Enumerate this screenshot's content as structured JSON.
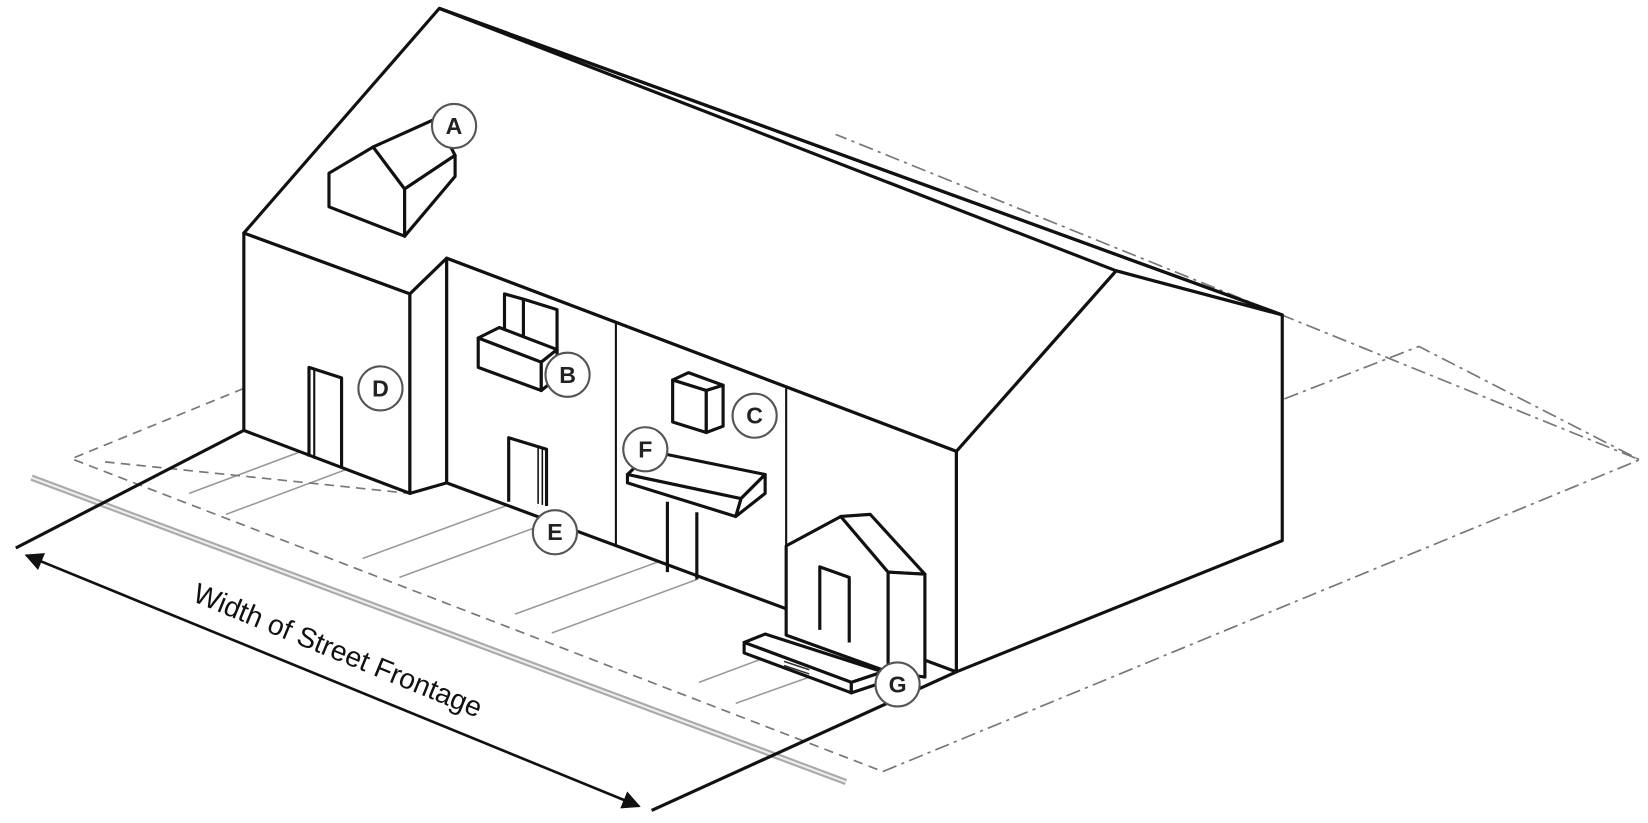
{
  "diagram": {
    "callouts": [
      {
        "id": "a",
        "letter": "A"
      },
      {
        "id": "b",
        "letter": "B"
      },
      {
        "id": "c",
        "letter": "C"
      },
      {
        "id": "d",
        "letter": "D"
      },
      {
        "id": "e",
        "letter": "E"
      },
      {
        "id": "f",
        "letter": "F"
      },
      {
        "id": "g",
        "letter": "G"
      }
    ],
    "dimension_label": "Width of Street Frontage"
  }
}
